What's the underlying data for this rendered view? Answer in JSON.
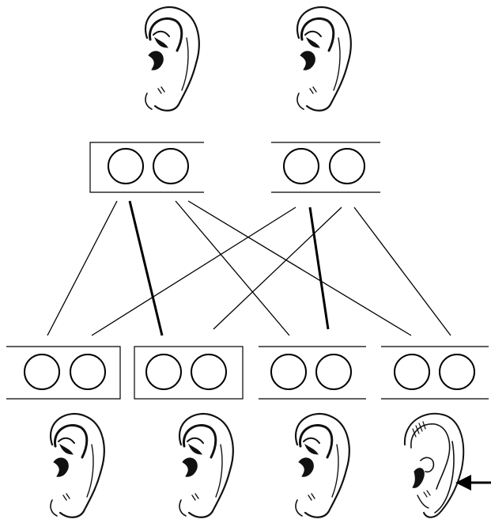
{
  "diagram": {
    "parents": [
      {
        "id": "parent-left",
        "ear": "attached-earlobe"
      },
      {
        "id": "parent-right",
        "ear": "attached-earlobe"
      }
    ],
    "offspring": [
      {
        "id": "child-1",
        "ear": "attached-earlobe"
      },
      {
        "id": "child-2",
        "ear": "attached-earlobe"
      },
      {
        "id": "child-3",
        "ear": "attached-earlobe"
      },
      {
        "id": "child-4",
        "ear": "free-earlobe",
        "highlighted": true
      }
    ],
    "alleles_per_box": 2,
    "highlight_marker": "left-arrow-icon"
  }
}
